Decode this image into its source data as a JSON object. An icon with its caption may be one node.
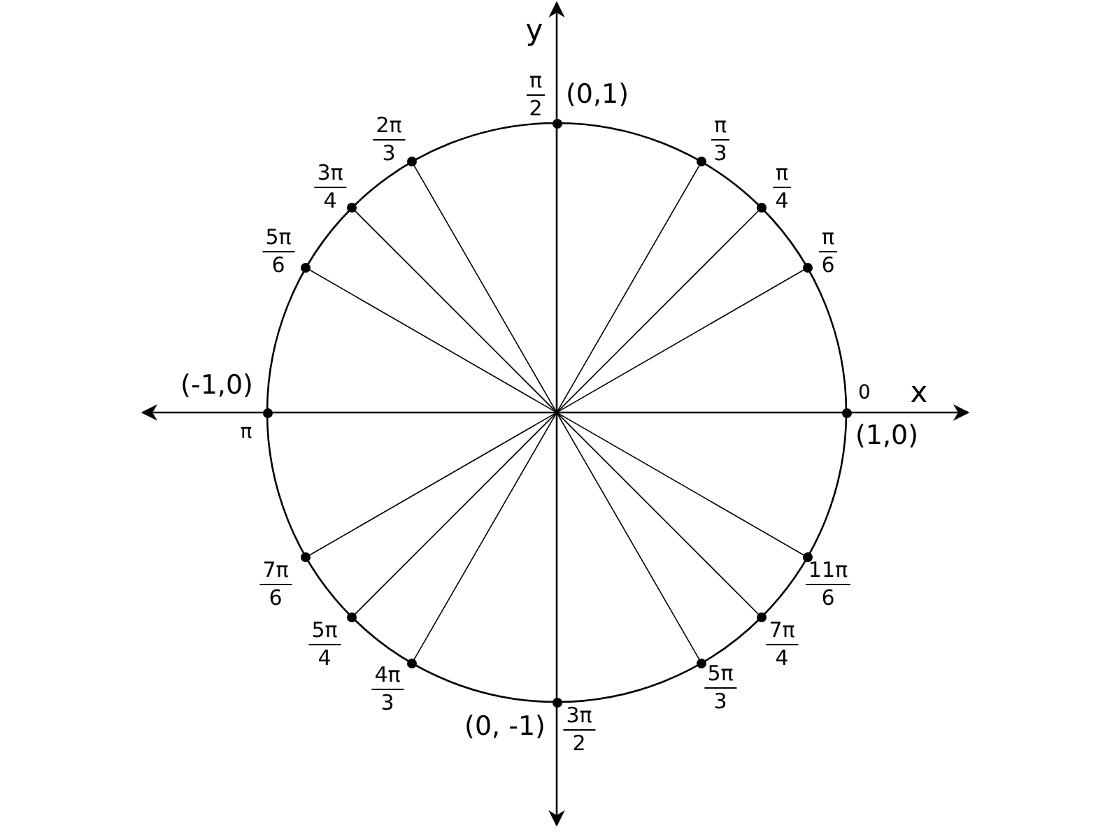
{
  "diagram": {
    "nodes": [
      {
        "text": [
          "0"
        ],
        "beside": [
          "(1,0)"
        ]
      },
      {
        "text": [
          "π",
          "6"
        ]
      },
      {
        "text": [
          "π",
          "4"
        ]
      },
      {
        "text": [
          "π",
          "3"
        ]
      },
      {
        "text": [
          "π",
          "2"
        ],
        "beside": [
          "(0,1)"
        ]
      },
      {
        "text": [
          "2π",
          "3"
        ]
      },
      {
        "text": [
          "3π",
          "4"
        ]
      },
      {
        "text": [
          "5π",
          "6"
        ]
      },
      {
        "text": [
          "π"
        ],
        "beside": [
          "(-1,0)"
        ]
      },
      {
        "text": [
          "7π",
          "6"
        ]
      },
      {
        "text": [
          "5π",
          "4"
        ]
      },
      {
        "text": [
          "4π",
          "3"
        ]
      },
      {
        "text": [
          "3π",
          "2"
        ],
        "beside": [
          "(0, -1)"
        ]
      },
      {
        "text": [
          "5π",
          "3"
        ]
      },
      {
        "text": [
          "7π",
          "4"
        ]
      },
      {
        "text": [
          "11π",
          "6"
        ]
      }
    ],
    "edges": [
      {
        "from": 1,
        "to": 9,
        "arrow": "none"
      },
      {
        "from": 2,
        "to": 10,
        "arrow": "none"
      },
      {
        "from": 3,
        "to": 11,
        "arrow": "none"
      },
      {
        "from": 5,
        "to": 13,
        "arrow": "none"
      },
      {
        "from": 6,
        "to": 14,
        "arrow": "none"
      },
      {
        "from": 7,
        "to": 15,
        "arrow": "none"
      }
    ],
    "labels": [
      "y",
      "x"
    ]
  }
}
